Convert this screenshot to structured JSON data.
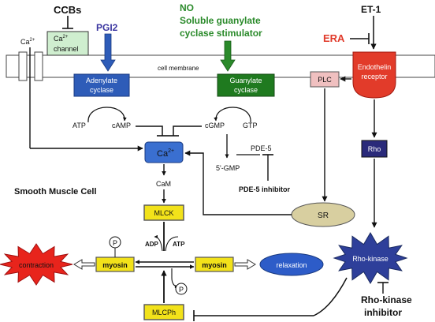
{
  "drugs": {
    "ccbs": "CCBs",
    "pgi2": "PGI2",
    "no_line1": "NO",
    "no_line2": "Soluble guanylate",
    "no_line3": "cyclase stimulator",
    "et1": "ET-1",
    "era": "ERA",
    "pde5_inhibitor": "PDE-5 inhibitor",
    "rho_kinase_inhibitor_line1": "Rho-kinase",
    "rho_kinase_inhibitor_line2": "inhibitor"
  },
  "membrane": {
    "ca_outside": "Ca",
    "ca_sup": "2+",
    "cell_membrane": "cell membrane"
  },
  "ca_channel": {
    "line1_base": "Ca",
    "line1_sup": "2+",
    "line2": "channel"
  },
  "enzymes": {
    "adenylate_line1": "Adenylate",
    "adenylate_line2": "cyclase",
    "guanylate_line1": "Guanylate",
    "guanylate_line2": "cyclase",
    "plc": "PLC",
    "endothelin_line1": "Endothelin",
    "endothelin_line2": "receptor",
    "rho": "Rho",
    "rho_kinase": "Rho-kinase",
    "sr": "SR",
    "mlck": "MLCK",
    "mlcph": "MLCPh"
  },
  "metabolites": {
    "atp": "ATP",
    "camp": "cAMP",
    "cgmp": "cGMP",
    "gtp": "GTP",
    "pde5": "PDE-5",
    "five_gmp": "5'-GMP",
    "ca_base": "Ca",
    "ca_sup": "2+",
    "cam": "CaM",
    "adp": "ADP",
    "atp2": "ATP",
    "p": "P"
  },
  "cell": {
    "label": "Smooth Muscle Cell"
  },
  "contraction": {
    "myosin_left": "myosin",
    "myosin_right": "myosin",
    "contraction": "contraction",
    "relaxation": "relaxation"
  },
  "colors": {
    "blue_box": "#2e5cb8",
    "green_box": "#1f7a1f",
    "pgi2_text": "#3a35a0",
    "no_text": "#2a8a2a",
    "era_text": "#e03a2a",
    "endothelin_red": "#e23b2a",
    "rho_navy": "#2a2a7a",
    "plc_fill": "#f0c0c0",
    "yellow_fill": "#f2e21a",
    "sr_fill": "#d8cfa0",
    "channel_fill": "#cfeecf",
    "ca_box": "#3a6fd0",
    "burst_red": "#e8241c",
    "relax_blue": "#2d5cc8"
  }
}
